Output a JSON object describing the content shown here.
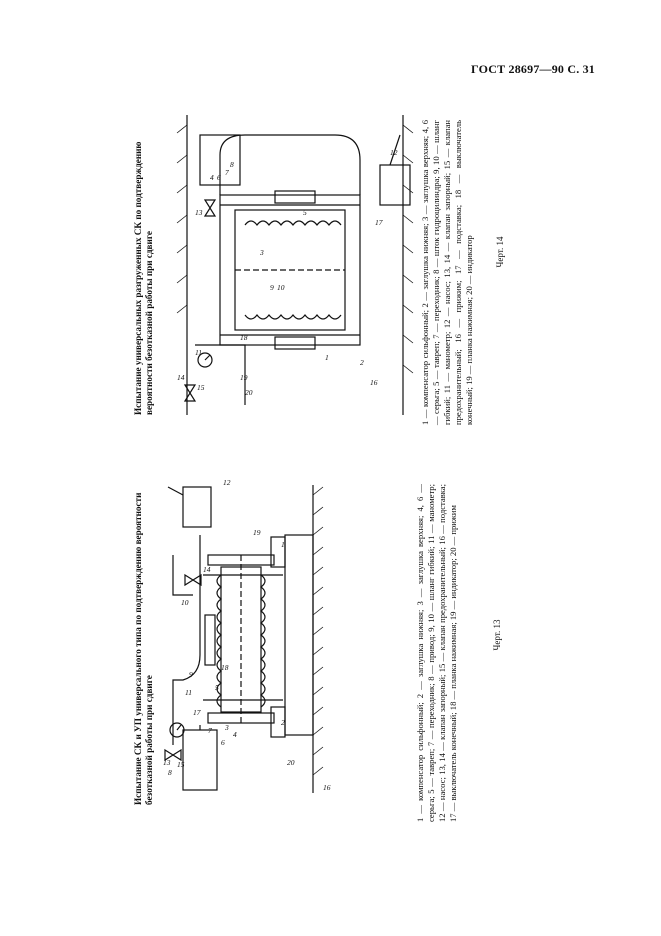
{
  "header": {
    "text": "ГОСТ 28697—90 С. 31"
  },
  "figure13": {
    "title": "Испытание СК и УП универсального типа по подтверждению вероятности безотказной работы при сдвиге",
    "legend": "1 — компенсатор сильфонный; 2 — заглушка нижняя; 3 — заглушка верхняя; 4, 6 — серьга; 5 — тавреп; 7 — переходник; 8 — привод; 9, 10 — шланг гибкий; 11 — манометр; 12 — насос; 13, 14 — клапан запорный; 15 — клапан предохранительный; 16 — подставка; 17 — выключатель конечный; 18 — планка нажимная; 19 — индикатор; 20 — прижим",
    "caption": "Черт. 13",
    "labels": [
      "1",
      "2",
      "3",
      "4",
      "5",
      "6",
      "7",
      "8",
      "9",
      "10",
      "11",
      "12",
      "13",
      "14",
      "15",
      "16",
      "17",
      "18",
      "19",
      "20"
    ]
  },
  "figure14": {
    "title": "Испытание универсальных разгруженных СК по подтверждению вероятности безотказной работы при сдвиге",
    "legend": "1 — компенсатор сильфонный; 2 — заглушка нижняя; 3 — заглушка верхняя; 4, 6 — серьга; 5 — тавреп; 7 — переходник; 8 — шток гидроцилиндра; 9, 10 — шланг гибкий; 11 — манометр; 12 — насос; 13, 14 — клапан запорный; 15 — клапан предохранительный; 16 — прижим; 17 — подставка; 18 — выключатель конечный; 19 — планка нажимная; 20 — индикатор",
    "caption": "Черт. 14",
    "labels": [
      "1",
      "2",
      "3",
      "4",
      "5",
      "6",
      "7",
      "8",
      "9",
      "10",
      "11",
      "12",
      "13",
      "14",
      "15",
      "16",
      "17",
      "18",
      "19",
      "20"
    ]
  }
}
